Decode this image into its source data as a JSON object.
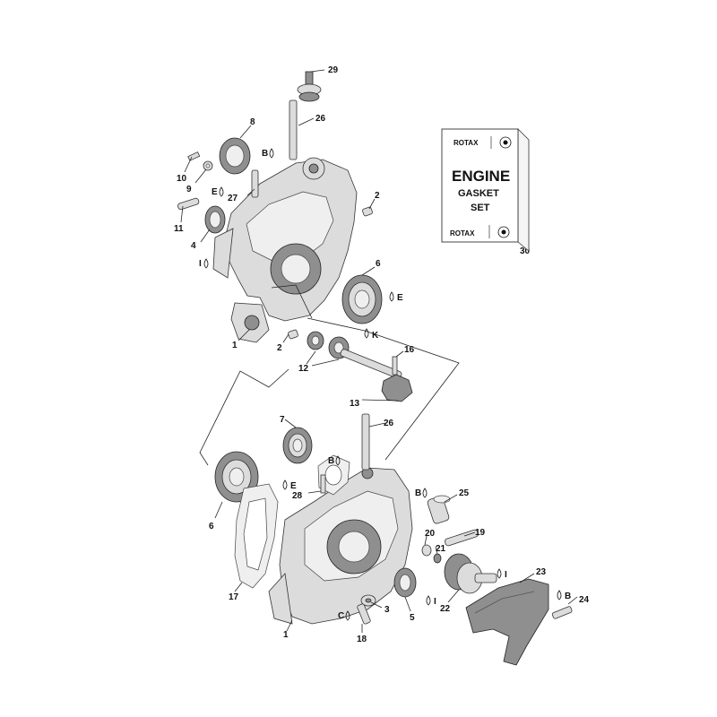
{
  "callouts": [
    {
      "id": "29",
      "label": "29"
    },
    {
      "id": "26a",
      "label": "26"
    },
    {
      "id": "8",
      "label": "8"
    },
    {
      "id": "10",
      "label": "10"
    },
    {
      "id": "9",
      "label": "9"
    },
    {
      "id": "27",
      "label": "27"
    },
    {
      "id": "2a",
      "label": "2"
    },
    {
      "id": "11",
      "label": "11"
    },
    {
      "id": "4",
      "label": "4"
    },
    {
      "id": "6a",
      "label": "6"
    },
    {
      "id": "1a",
      "label": "1"
    },
    {
      "id": "2b",
      "label": "2"
    },
    {
      "id": "16",
      "label": "16"
    },
    {
      "id": "12",
      "label": "12"
    },
    {
      "id": "13",
      "label": "13"
    },
    {
      "id": "7",
      "label": "7"
    },
    {
      "id": "26b",
      "label": "26"
    },
    {
      "id": "6b",
      "label": "6"
    },
    {
      "id": "28",
      "label": "28"
    },
    {
      "id": "25",
      "label": "25"
    },
    {
      "id": "17",
      "label": "17"
    },
    {
      "id": "20",
      "label": "20"
    },
    {
      "id": "19",
      "label": "19"
    },
    {
      "id": "21",
      "label": "21"
    },
    {
      "id": "23",
      "label": "23"
    },
    {
      "id": "3",
      "label": "3"
    },
    {
      "id": "5",
      "label": "5"
    },
    {
      "id": "22",
      "label": "22"
    },
    {
      "id": "24",
      "label": "24"
    },
    {
      "id": "1b",
      "label": "1"
    },
    {
      "id": "18",
      "label": "18"
    },
    {
      "id": "30",
      "label": "30"
    }
  ],
  "lube_marks": [
    {
      "id": "B1",
      "letter": "B"
    },
    {
      "id": "E1",
      "letter": "E"
    },
    {
      "id": "I1",
      "letter": "I"
    },
    {
      "id": "E2",
      "letter": "E"
    },
    {
      "id": "K1",
      "letter": "K"
    },
    {
      "id": "B2",
      "letter": "B"
    },
    {
      "id": "E3",
      "letter": "E"
    },
    {
      "id": "B3",
      "letter": "B"
    },
    {
      "id": "I2",
      "letter": "I"
    },
    {
      "id": "I3",
      "letter": "I"
    },
    {
      "id": "C1",
      "letter": "C"
    },
    {
      "id": "B4",
      "letter": "B"
    }
  ],
  "gasket_box": {
    "brand_top": "ROTAX",
    "line1": "ENGINE",
    "line2": "GASKET",
    "line3": "SET",
    "brand_bottom": "ROTAX"
  }
}
